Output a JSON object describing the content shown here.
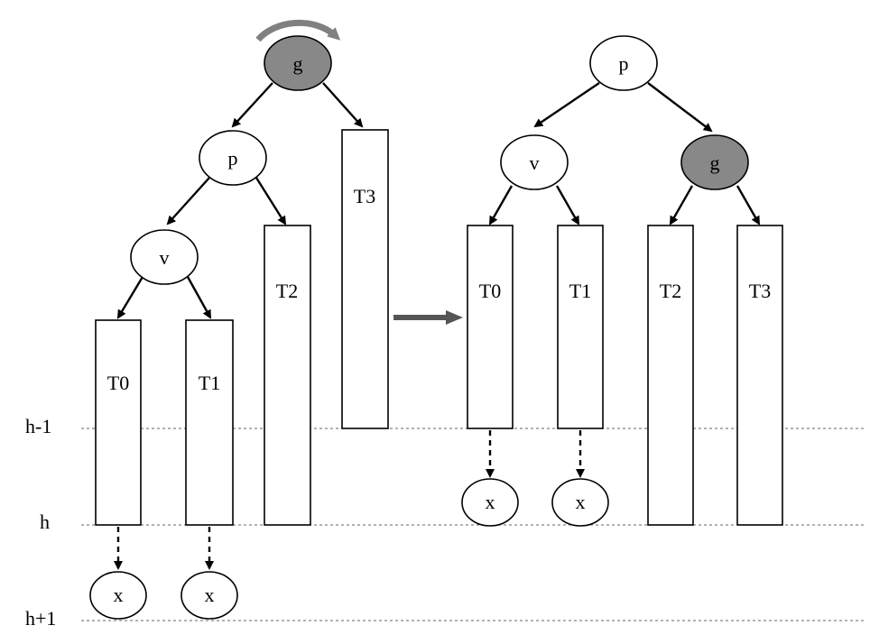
{
  "colors": {
    "shaded_node": "#888888",
    "rotation_arrow": "#808080",
    "level_line": "#666666"
  },
  "levels": {
    "h_minus_1": "h-1",
    "h": "h",
    "h_plus_1": "h+1"
  },
  "before": {
    "g": "g",
    "p": "p",
    "v": "v",
    "t0": "T0",
    "t1": "T1",
    "t2": "T2",
    "t3": "T3",
    "x_left": "x",
    "x_right": "x"
  },
  "after": {
    "p": "p",
    "v": "v",
    "g": "g",
    "t0": "T0",
    "t1": "T1",
    "t2": "T2",
    "t3": "T3",
    "x_left": "x",
    "x_right": "x"
  },
  "icons": {
    "rotation": "rotation-arrow-icon",
    "transform": "transform-arrow-icon"
  }
}
